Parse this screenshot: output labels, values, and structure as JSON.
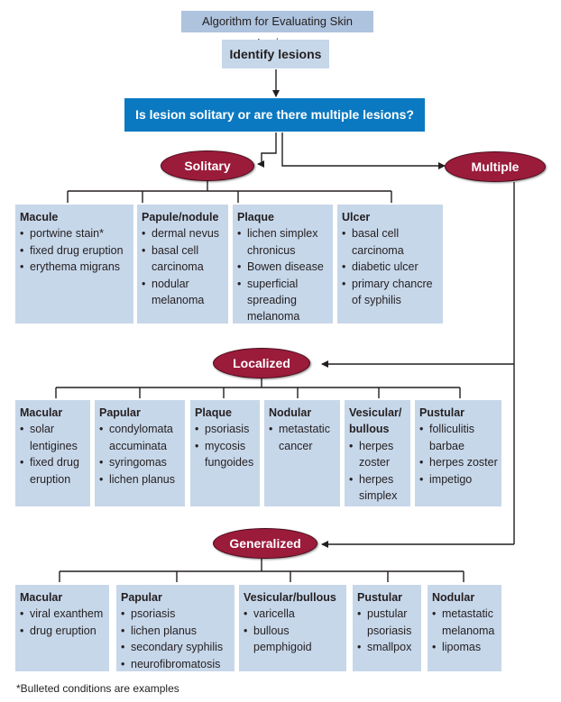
{
  "title": "Algorithm for Evaluating Skin Lesions",
  "step1": "Identify lesions",
  "question": "Is lesion solitary or are there multiple lesions?",
  "branches": {
    "solitary": "Solitary",
    "multiple": "Multiple",
    "localized": "Localized",
    "generalized": "Generalized"
  },
  "solitary_boxes": [
    {
      "heading": "Macule",
      "items": [
        "portwine stain*",
        "fixed drug eruption",
        "erythema migrans"
      ]
    },
    {
      "heading": "Papule/nodule",
      "items": [
        "dermal nevus",
        "basal cell carcinoma",
        "nodular melanoma"
      ]
    },
    {
      "heading": "Plaque",
      "items": [
        "lichen simplex chronicus",
        "Bowen disease",
        "superficial spreading melanoma"
      ]
    },
    {
      "heading": "Ulcer",
      "items": [
        "basal cell carcinoma",
        "diabetic ulcer",
        "primary chancre of syphilis"
      ]
    }
  ],
  "localized_boxes": [
    {
      "heading": "Macular",
      "items": [
        "solar lentigines",
        "fixed drug eruption"
      ]
    },
    {
      "heading": "Papular",
      "items": [
        "condylomata accuminata",
        "syringomas",
        "lichen planus"
      ]
    },
    {
      "heading": "Plaque",
      "items": [
        "psoriasis",
        "mycosis fungoides"
      ]
    },
    {
      "heading": "Nodular",
      "items": [
        "metastatic cancer"
      ]
    },
    {
      "heading": "Vesicular/ bullous",
      "items": [
        "herpes zoster",
        "herpes simplex"
      ]
    },
    {
      "heading": "Pustular",
      "items": [
        "folliculitis barbae",
        "herpes zoster",
        "impetigo"
      ]
    }
  ],
  "generalized_boxes": [
    {
      "heading": "Macular",
      "items": [
        "viral exanthem",
        "drug eruption"
      ]
    },
    {
      "heading": "Papular",
      "items": [
        "psoriasis",
        "lichen planus",
        "secondary syphilis",
        "neurofibromatosis"
      ]
    },
    {
      "heading": "Vesicular/bullous",
      "items": [
        "varicella",
        "bullous pemphigoid"
      ]
    },
    {
      "heading": "Pustular",
      "items": [
        "pustular psoriasis",
        "smallpox"
      ]
    },
    {
      "heading": "Nodular",
      "items": [
        "metastatic melanoma",
        "lipomas"
      ]
    }
  ],
  "footnote": "*Bulleted conditions are examples"
}
